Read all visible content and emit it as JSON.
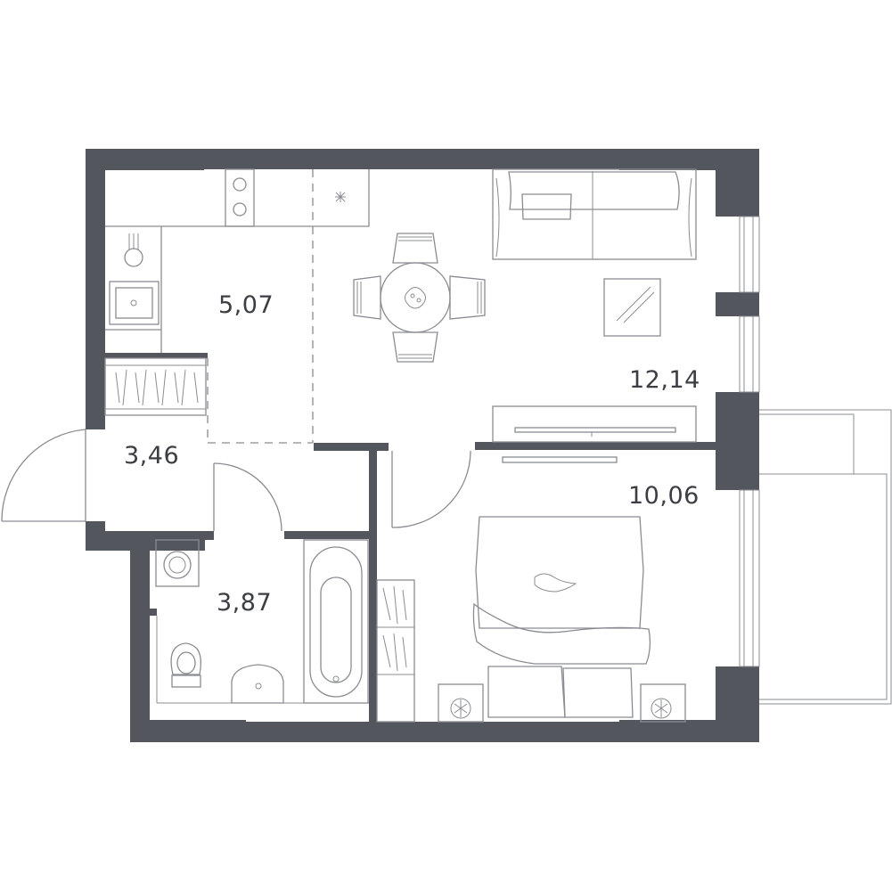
{
  "colors": {
    "wall": "#53565d",
    "line": "#8a8c92",
    "background": "#ffffff"
  },
  "rooms": [
    {
      "id": "kitchen",
      "area": "5,07"
    },
    {
      "id": "living",
      "area": "12,14"
    },
    {
      "id": "hall",
      "area": "3,46"
    },
    {
      "id": "bedroom",
      "area": "10,06"
    },
    {
      "id": "bathroom",
      "area": "3,87"
    }
  ]
}
